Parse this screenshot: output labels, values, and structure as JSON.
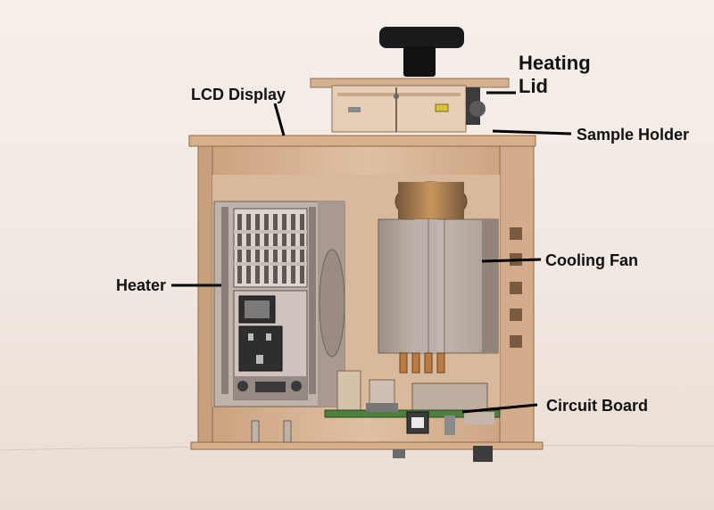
{
  "labels": {
    "heating_lid_line1": "Heating",
    "heating_lid_line2": "Lid",
    "lcd_display": "LCD Display",
    "sample_holder": "Sample Holder",
    "heater": "Heater",
    "cooling_fan": "Cooling Fan",
    "circuit_board": "Circuit Board"
  },
  "colors": {
    "wood": "#d9b594",
    "wood_dark": "#b98f6c",
    "pcb": "#4f7f3e",
    "fan_gray": "#b3a49a",
    "knob": "#161616",
    "heatsink": "#b8ada6"
  }
}
